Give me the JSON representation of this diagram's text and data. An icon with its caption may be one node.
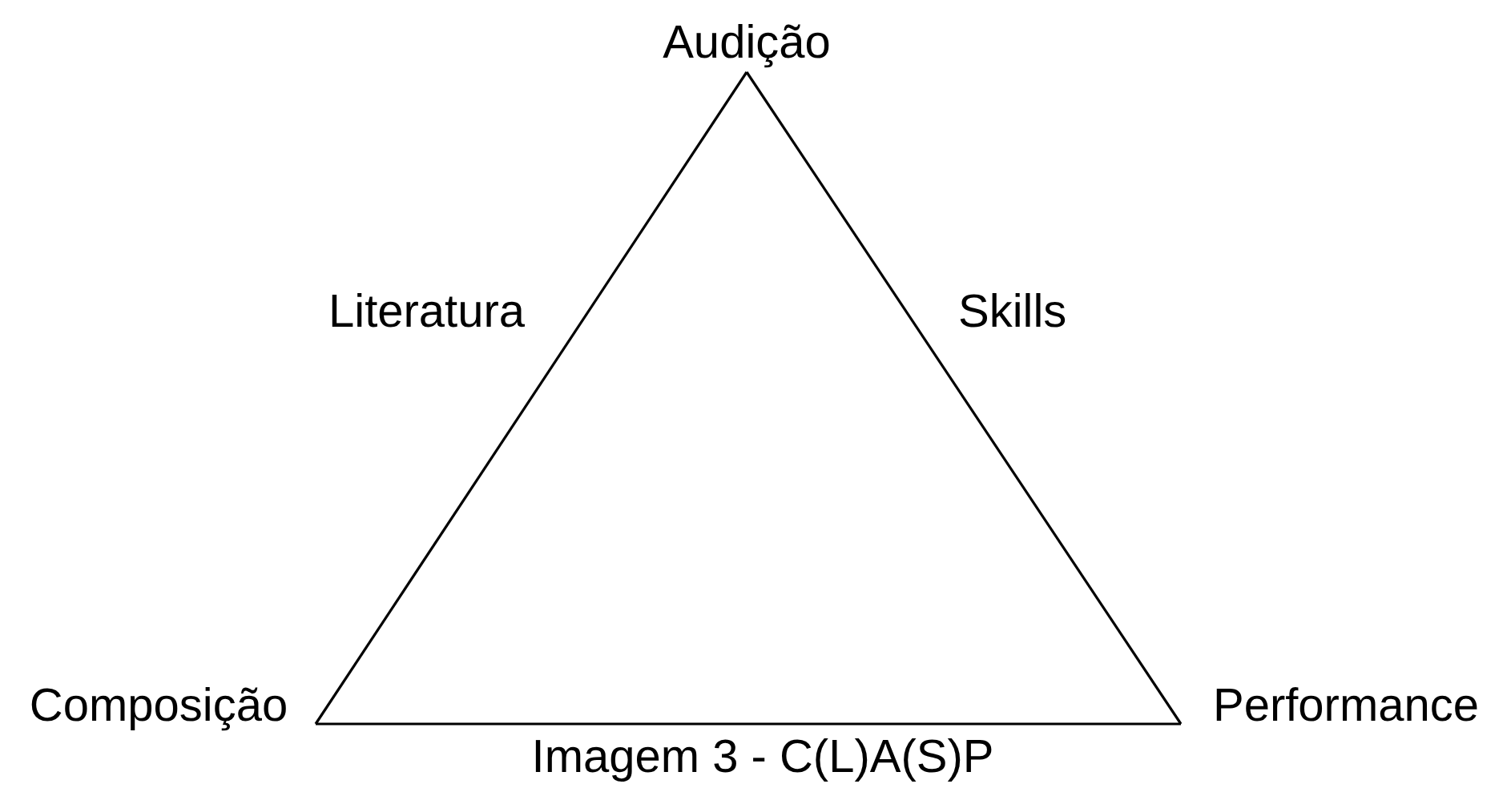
{
  "diagram": {
    "caption": "Imagem 3 - C(L)A(S)P",
    "nodes": [
      {
        "text": [
          "Audição"
        ]
      },
      {
        "text": [
          "Composição"
        ]
      },
      {
        "text": [
          "Performance"
        ]
      }
    ],
    "edges": [
      {
        "from": 1,
        "to": 0,
        "arrow": "none",
        "label": "Literatura"
      },
      {
        "from": 0,
        "to": 2,
        "arrow": "none",
        "label": "Skills"
      },
      {
        "from": 1,
        "to": 2,
        "arrow": "none"
      }
    ]
  }
}
